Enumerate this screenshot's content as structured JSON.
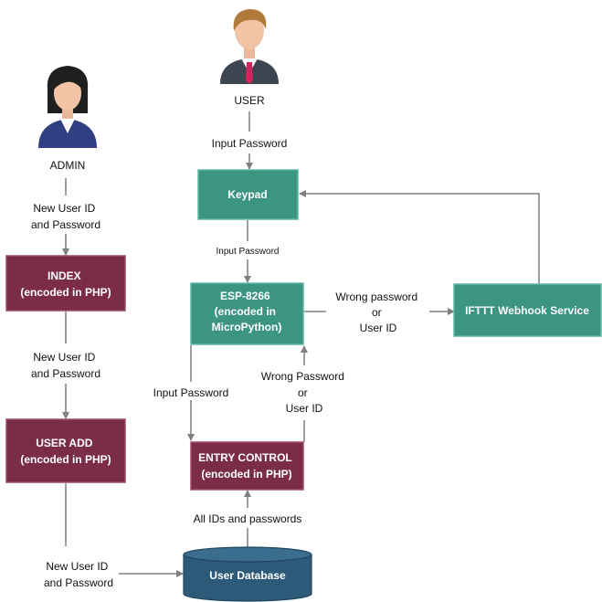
{
  "colors": {
    "teal": "#3c9483",
    "teal_border": "#5fb7a5",
    "maroon": "#7b2d45",
    "maroon_border": "#a14a64",
    "database": "#2c5a78",
    "arrow": "#7f7f7f"
  },
  "actors": {
    "user": {
      "label": "USER",
      "icon": "man-user-icon"
    },
    "admin": {
      "label": "ADMIN",
      "icon": "woman-admin-icon"
    }
  },
  "nodes": {
    "keypad": "Keypad",
    "esp": [
      "ESP-8266",
      "(encoded in",
      "MicroPython)"
    ],
    "ifttt": "IFTTT Webhook Service",
    "index": [
      "INDEX",
      "(encoded in PHP)"
    ],
    "user_add": [
      "USER ADD",
      "(encoded in PHP)"
    ],
    "entry_control": [
      "ENTRY CONTROL",
      "(encoded in PHP)"
    ],
    "user_database": "User Database"
  },
  "edges": {
    "user_to_keypad": "Input Password",
    "keypad_to_esp": "Input Password",
    "esp_to_ifttt": [
      "Wrong password",
      "or",
      "User ID"
    ],
    "esp_to_entry": "Input Password",
    "entry_to_esp": [
      "Wrong Password",
      "or",
      "User ID"
    ],
    "db_to_entry": "All IDs and passwords",
    "admin_to_index": [
      "New User ID",
      "and Password"
    ],
    "index_to_useradd": [
      "New User ID",
      "and Password"
    ],
    "useradd_to_db": [
      "New User ID",
      "and Password"
    ]
  }
}
